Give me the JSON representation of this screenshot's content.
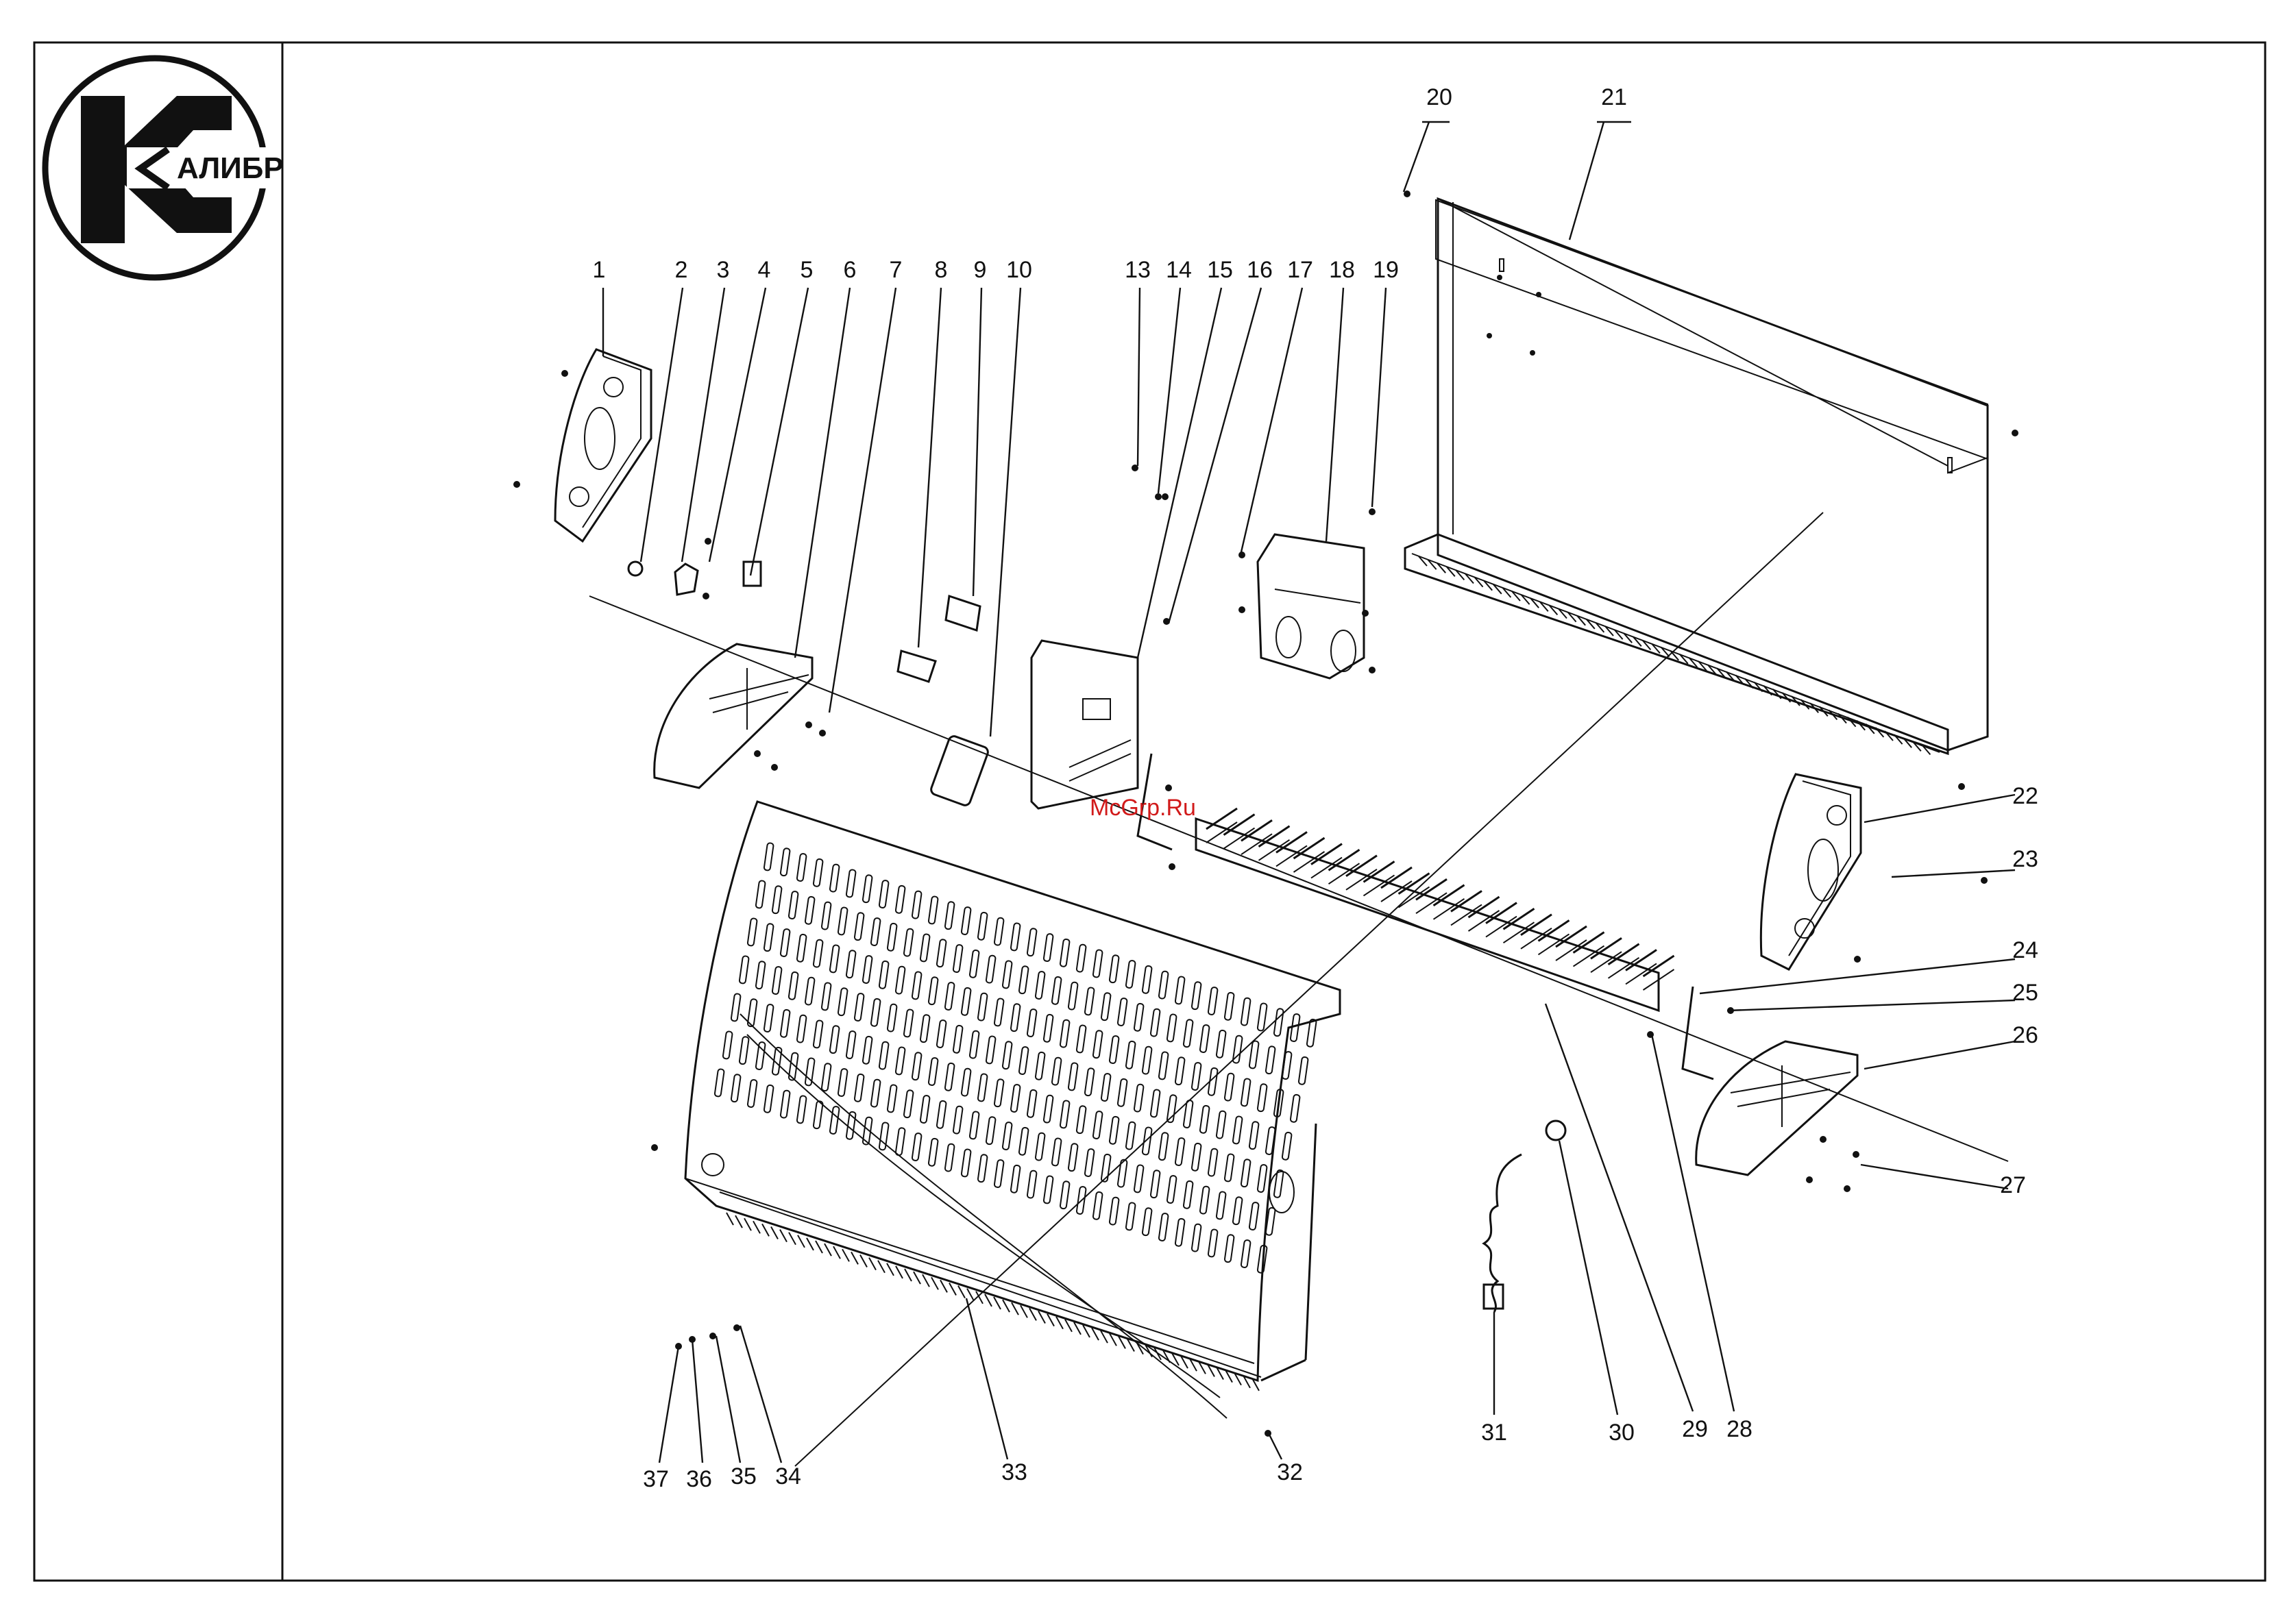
{
  "logo": {
    "text": "АЛИБР",
    "icon": "kalibr-logo-icon"
  },
  "watermark": "McGrp.Ru",
  "callouts": [
    "1",
    "2",
    "3",
    "4",
    "5",
    "6",
    "7",
    "8",
    "9",
    "10",
    "13",
    "14",
    "15",
    "16",
    "17",
    "18",
    "19",
    "20",
    "21",
    "22",
    "23",
    "24",
    "25",
    "26",
    "27",
    "28",
    "29",
    "30",
    "31",
    "32",
    "33",
    "34",
    "35",
    "36",
    "37"
  ],
  "parts": {
    "front_grille": "front-grille-panel",
    "rear_panel": "rear-panel",
    "heating_element": "heating-element",
    "left_side_cover": "left-side-cover",
    "right_side_cover": "right-side-cover",
    "left_foot": "left-foot",
    "right_foot": "right-foot",
    "control_box": "control-box",
    "thermostat_bracket": "thermostat-bracket",
    "knobs": "control-knobs",
    "power_cord": "power-cord-with-plug"
  }
}
